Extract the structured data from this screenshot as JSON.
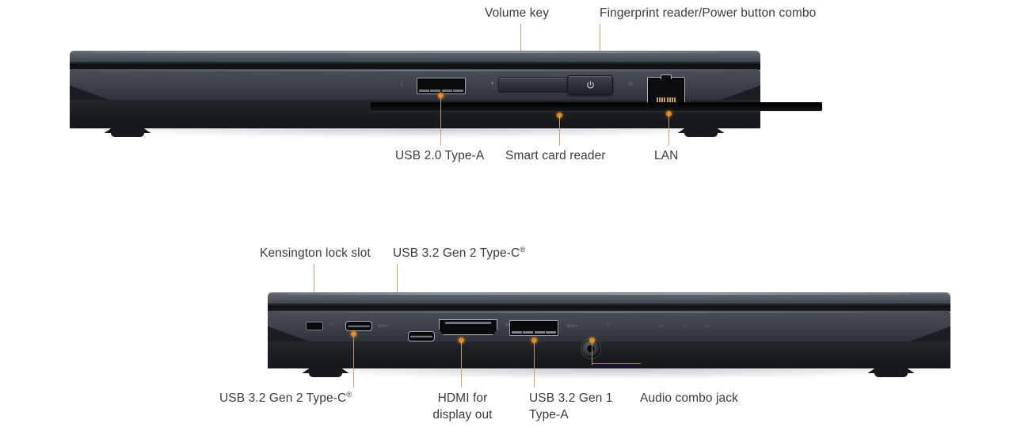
{
  "page": {
    "title": "Laptop I/O ports diagram",
    "background_color": "#ffffff",
    "label_color": "#3c3c3f",
    "leader_color": "#c79a5c",
    "dot_color": "#e08b1e"
  },
  "views": [
    {
      "view_name": "right-side-view",
      "callouts_above": [
        {
          "id": "volume-key",
          "label": "Volume key"
        },
        {
          "id": "fingerprint-power",
          "label": "Fingerprint reader/Power button combo"
        }
      ],
      "callouts_below": [
        {
          "id": "usb-2-type-a",
          "label": "USB 2.0 Type-A"
        },
        {
          "id": "smart-card-reader",
          "label": "Smart card reader"
        },
        {
          "id": "lan",
          "label": "LAN"
        }
      ]
    },
    {
      "view_name": "left-side-view",
      "callouts_above": [
        {
          "id": "kensington-lock-slot",
          "label": "Kensington lock slot"
        },
        {
          "id": "usb-32-gen2-type-c-top",
          "label": "USB 3.2 Gen 2 Type-C",
          "superscript": "®"
        }
      ],
      "callouts_below": [
        {
          "id": "usb-32-gen2-type-c-bottom",
          "label": "USB 3.2 Gen 2 Type-C",
          "superscript": "®"
        },
        {
          "id": "hdmi-display-out",
          "label_line1": "HDMI for",
          "label_line2": "display out"
        },
        {
          "id": "usb-32-gen1-type-a",
          "label_line1": "USB 3.2 Gen 1",
          "label_line2": "Type-A"
        },
        {
          "id": "audio-combo-jack",
          "label": "Audio combo jack"
        }
      ]
    }
  ],
  "chassis_glyphs": {
    "usb_2": "⟦",
    "volume_plus": "+",
    "volume_minus": "−",
    "lan_icon": "☵",
    "lock_icon": "□",
    "usb_c_left": "SS⇿",
    "usb_c_right": "⚡",
    "hdmi_text": "HDMI",
    "usb_a_text": "SS⇿",
    "headset_text": "⌂",
    "indicator_1": "▭",
    "indicator_2": "▭",
    "indicator_3": "▭"
  }
}
